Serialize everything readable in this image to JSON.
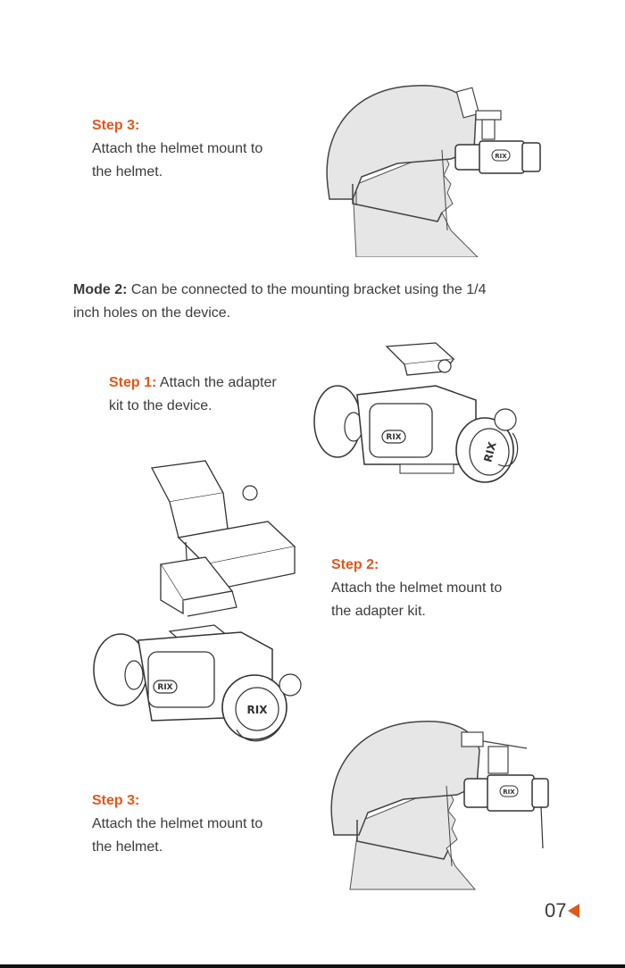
{
  "section_top": {
    "step3_label": "Step 3:",
    "step3_line1": "Attach the helmet mount to",
    "step3_line2": "the helmet."
  },
  "mode2": {
    "label": "Mode 2:",
    "line1": " Can be connected to the mounting bracket using the 1/4",
    "line2": "inch holes on the device."
  },
  "step1": {
    "label": "Step 1:",
    "line1": " Attach the adapter",
    "line2": "kit to the device."
  },
  "step2": {
    "label": "Step 2:",
    "line1": "Attach the helmet mount to",
    "line2": "the adapter kit."
  },
  "section_bottom": {
    "step3_label": "Step 3:",
    "step3_line1": "Attach the helmet mount to",
    "step3_line2": "the helmet."
  },
  "device_logo": "RIX",
  "page_number": "07",
  "colors": {
    "accent": "#e0581c",
    "text": "#3c3c3c",
    "head_fill": "#e8e8e8"
  }
}
